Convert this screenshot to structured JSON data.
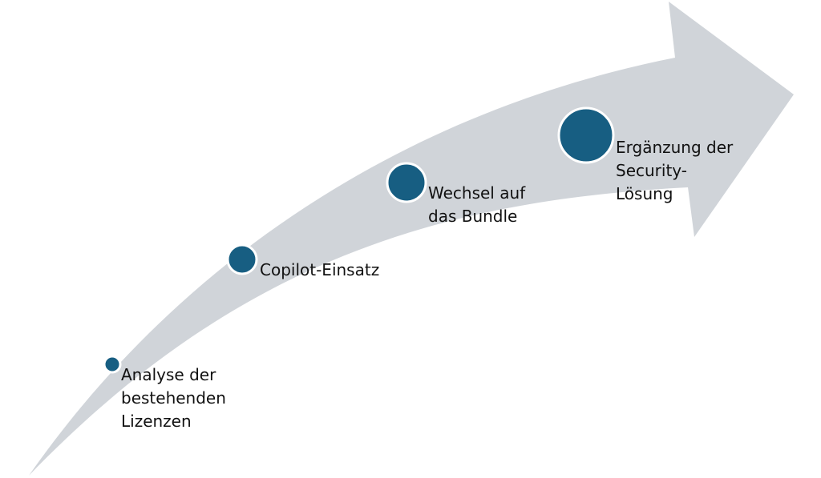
{
  "diagram": {
    "arrow_color": "#d0d4d9",
    "dot_color": "#175e82",
    "dot_outline_color": "#ffffff",
    "steps": [
      {
        "lines": [
          "Analyse der",
          "bestehenden",
          "Lizenzen"
        ]
      },
      {
        "lines": [
          "Copilot-Einsatz"
        ]
      },
      {
        "lines": [
          "Wechsel auf",
          "das Bundle"
        ]
      },
      {
        "lines": [
          "Ergänzung der",
          "Security-",
          "Lösung"
        ]
      }
    ]
  }
}
